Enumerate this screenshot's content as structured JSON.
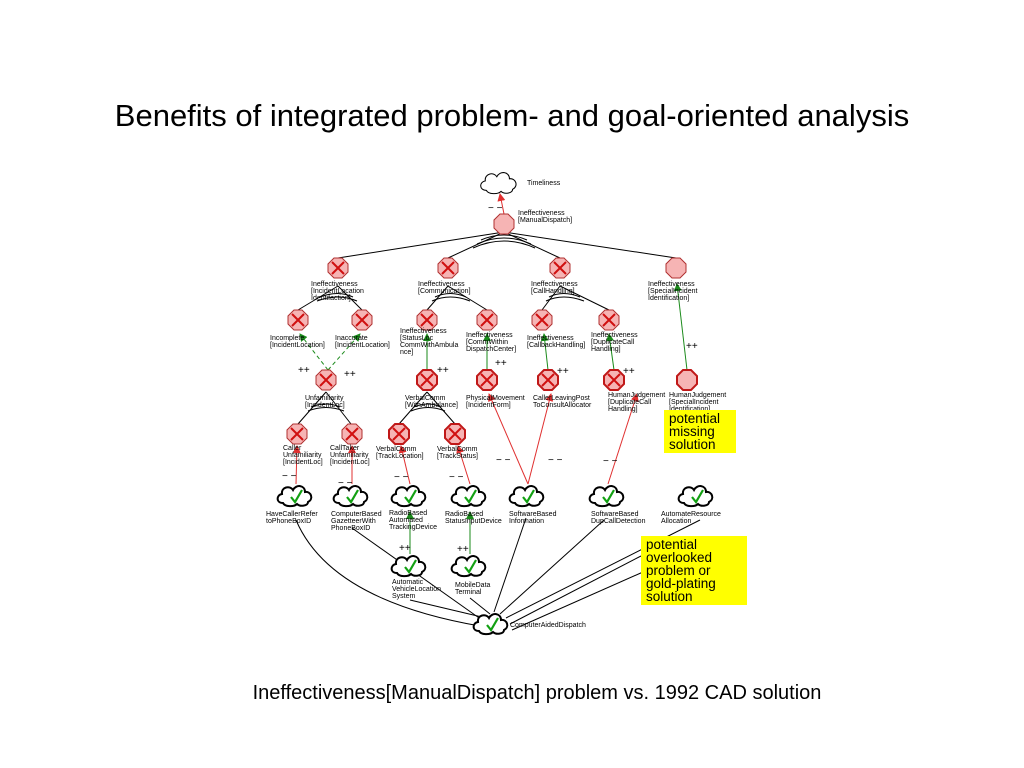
{
  "title": "Benefits of integrated problem- and goal-oriented analysis",
  "caption": "Ineffectiveness[ManualDispatch] problem vs. 1992 CAD solution",
  "notes": {
    "missing": [
      "potential",
      "missing",
      "solution"
    ],
    "overlooked": [
      "potential",
      "overlooked",
      "problem or",
      "gold-plating",
      "solution"
    ]
  },
  "colors": {
    "goal_fill": "#f6b4b4",
    "goal_stroke": "#c0302f",
    "cross": "#d01010",
    "check": "#12a012",
    "positive_edge": "#1a8a1a",
    "negative_edge": "#e03030",
    "note_bg": "#ffff00"
  },
  "nodes": {
    "timeliness": [
      "Timeliness"
    ],
    "manual": [
      "Ineffectiveness",
      "[ManualDispatch]"
    ],
    "g1": [
      "Ineffectiveness",
      "[IncidentLocation",
      "Identifaction]"
    ],
    "g2": [
      "Ineffectiveness",
      "[Communication]"
    ],
    "g3": [
      "Ineffectiveness",
      "[CallHandling]"
    ],
    "g4": [
      "Ineffectiveness",
      "[SpecialIncident",
      "Identification]"
    ],
    "incomplete": [
      "Incomplete",
      "[IncidentLocation]"
    ],
    "inaccurate": [
      "Inaccurate",
      "[IncidentLocation]"
    ],
    "status": [
      "Ineffectiveness",
      "[StatusLoc",
      "CommWithAmbula",
      "nce]"
    ],
    "commwithin": [
      "Ineffectiveness",
      "[CommWithin",
      "DispatchCenter]"
    ],
    "callback": [
      "Ineffectiveness",
      "[CallbackHandling]"
    ],
    "duplicate": [
      "Ineffectiveness",
      "[DuplicateCall",
      "Handling]"
    ],
    "unfamiliarity": [
      "Unfamiliarity",
      "[IncidentLoc]"
    ],
    "verbalamb": [
      "VerbalComm",
      "[WithAmbulance]"
    ],
    "physical": [
      "PhysicalMovement",
      "[IncidentForm]"
    ],
    "callerleaving": [
      "CallerLeavingPost",
      "ToConsultAllocator"
    ],
    "humanjudge1": [
      "HumanJudgement",
      "[DuplicateCall",
      "Handling]"
    ],
    "humanjudge2": [
      "HumanJudgement",
      "[SpecialIncident",
      "Identification]"
    ],
    "callerunfam": [
      "Caller",
      "Unfamiliarity",
      "[IncidentLoc]"
    ],
    "calltaker": [
      "CallTaker",
      "Unfamiliarity",
      "[IncidentLoc]"
    ],
    "tracklocation": [
      "VerbalComm",
      "[TrackLocation]"
    ],
    "trackstatus": [
      "VerbalComm",
      "[TrackStatus]"
    ],
    "havecaller": [
      "HaveCallerRefer",
      "toPhoneBoxID"
    ],
    "gazetteer": [
      "ComputerBased",
      "GazetteerWith",
      "PhoneBoxID"
    ],
    "radiotrack": [
      "RadioBased",
      "Automated",
      "TrackingDevice"
    ],
    "radiostatus": [
      "RadioBased",
      "StatusInputDevice"
    ],
    "softinfo": [
      "SoftwareBased",
      "Information"
    ],
    "softdup": [
      "SoftwareBased",
      "DupCallDetection"
    ],
    "autoresource": [
      "AutomateResource",
      "Allocation"
    ],
    "avls": [
      "Automatic",
      "VehicleLocation",
      "System"
    ],
    "mdt": [
      "MobileData",
      "Terminal"
    ],
    "cad": [
      "ComputerAidedDispatch"
    ]
  },
  "contributions": {
    "timeliness_link": "− −",
    "positive": "++",
    "negative": "− −"
  }
}
